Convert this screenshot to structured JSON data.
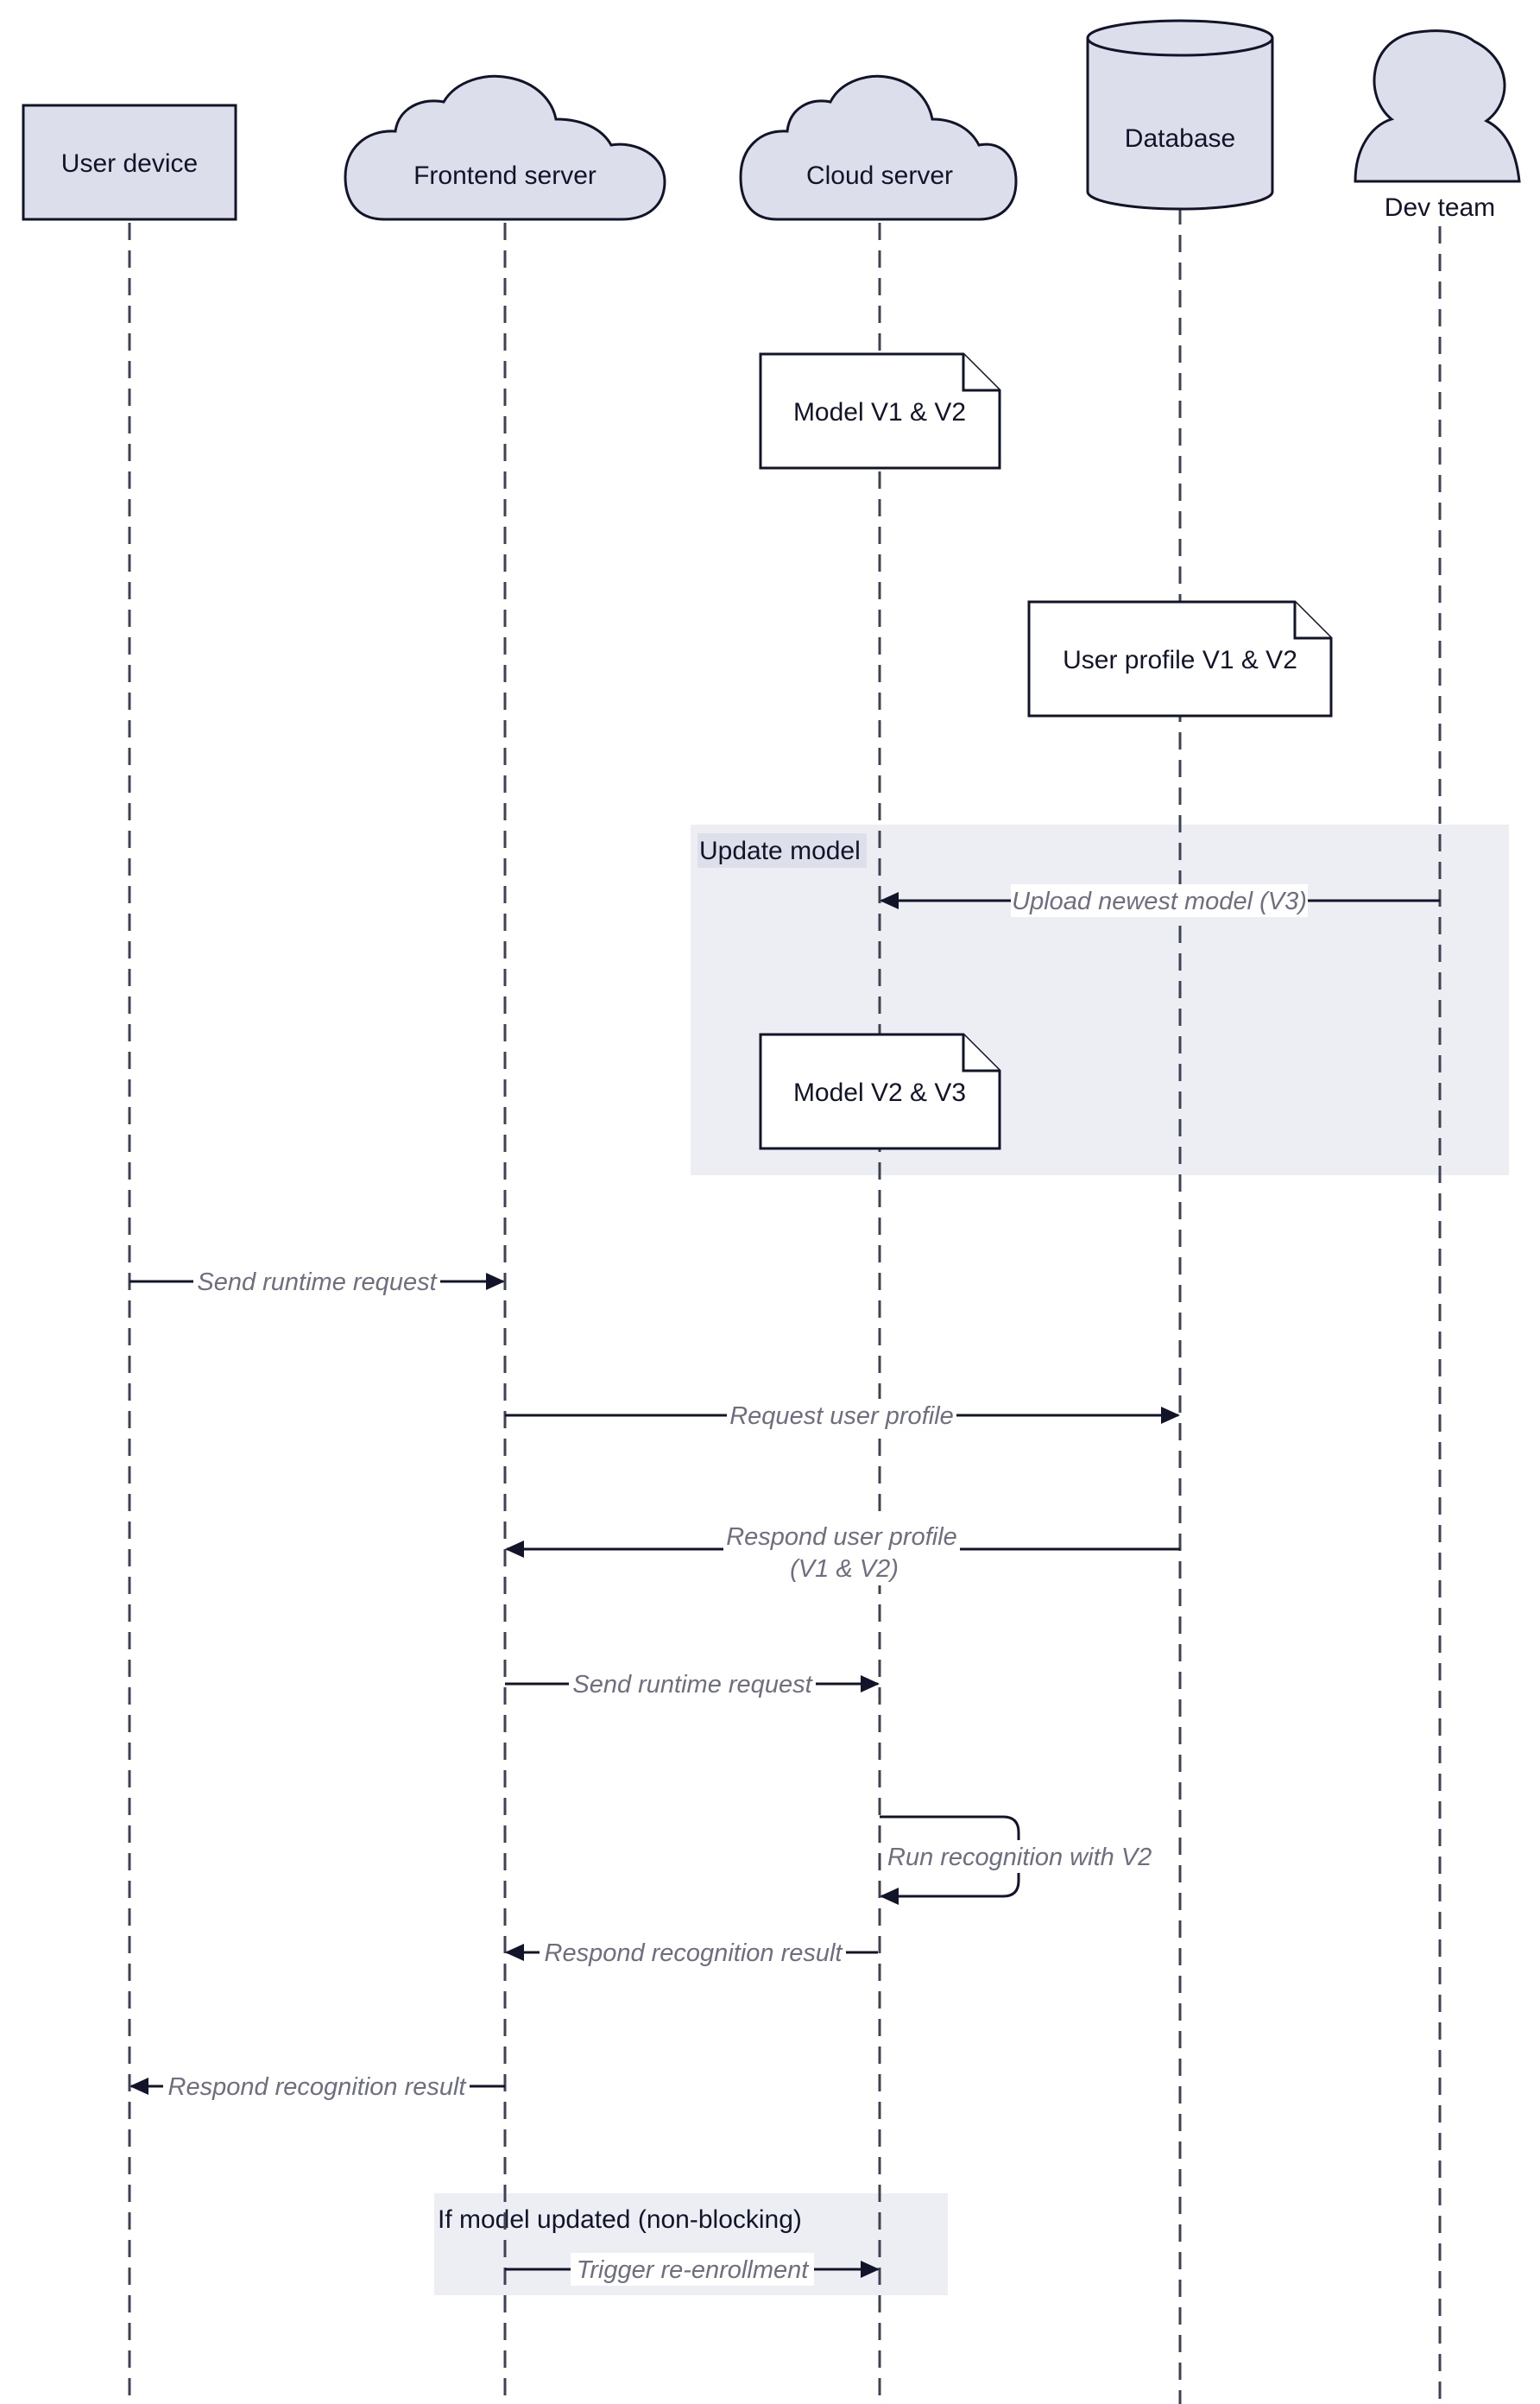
{
  "colors": {
    "actor_fill": "#dcdfeb",
    "stroke": "#12142a",
    "frame_fill": "#eceef4",
    "message_text": "#6d6e80"
  },
  "participants": [
    {
      "label": "User device",
      "shape": "rectangle"
    },
    {
      "label": "Frontend server",
      "shape": "cloud"
    },
    {
      "label": "Cloud server",
      "shape": "cloud"
    },
    {
      "label": "Database",
      "shape": "cylinder"
    },
    {
      "label": "Dev team",
      "shape": "person-icon"
    }
  ],
  "notes": [
    {
      "text": "Model V1 & V2"
    },
    {
      "text": "User profile V1 & V2"
    },
    {
      "text": "Model V2 & V3"
    }
  ],
  "frames": [
    {
      "label": "Update model"
    },
    {
      "label": "If model updated (non-blocking)"
    }
  ],
  "messages": [
    {
      "from": "Dev team",
      "to": "Cloud server",
      "lines": [
        "Upload newest model (V3)"
      ]
    },
    {
      "from": "User device",
      "to": "Frontend server",
      "lines": [
        "Send runtime request"
      ]
    },
    {
      "from": "Frontend server",
      "to": "Database",
      "lines": [
        "Request user profile"
      ]
    },
    {
      "from": "Database",
      "to": "Frontend server",
      "lines": [
        "Respond user profile",
        "(V1 & V2)"
      ]
    },
    {
      "from": "Frontend server",
      "to": "Cloud server",
      "lines": [
        "Send runtime request"
      ]
    },
    {
      "from": "Cloud server",
      "to": "Cloud server",
      "lines": [
        "Run recognition with V2"
      ]
    },
    {
      "from": "Cloud server",
      "to": "Frontend server",
      "lines": [
        "Respond recognition result"
      ]
    },
    {
      "from": "Frontend server",
      "to": "User device",
      "lines": [
        "Respond recognition result"
      ]
    },
    {
      "from": "Frontend server",
      "to": "Cloud server",
      "lines": [
        "Trigger re-enrollment"
      ]
    }
  ]
}
